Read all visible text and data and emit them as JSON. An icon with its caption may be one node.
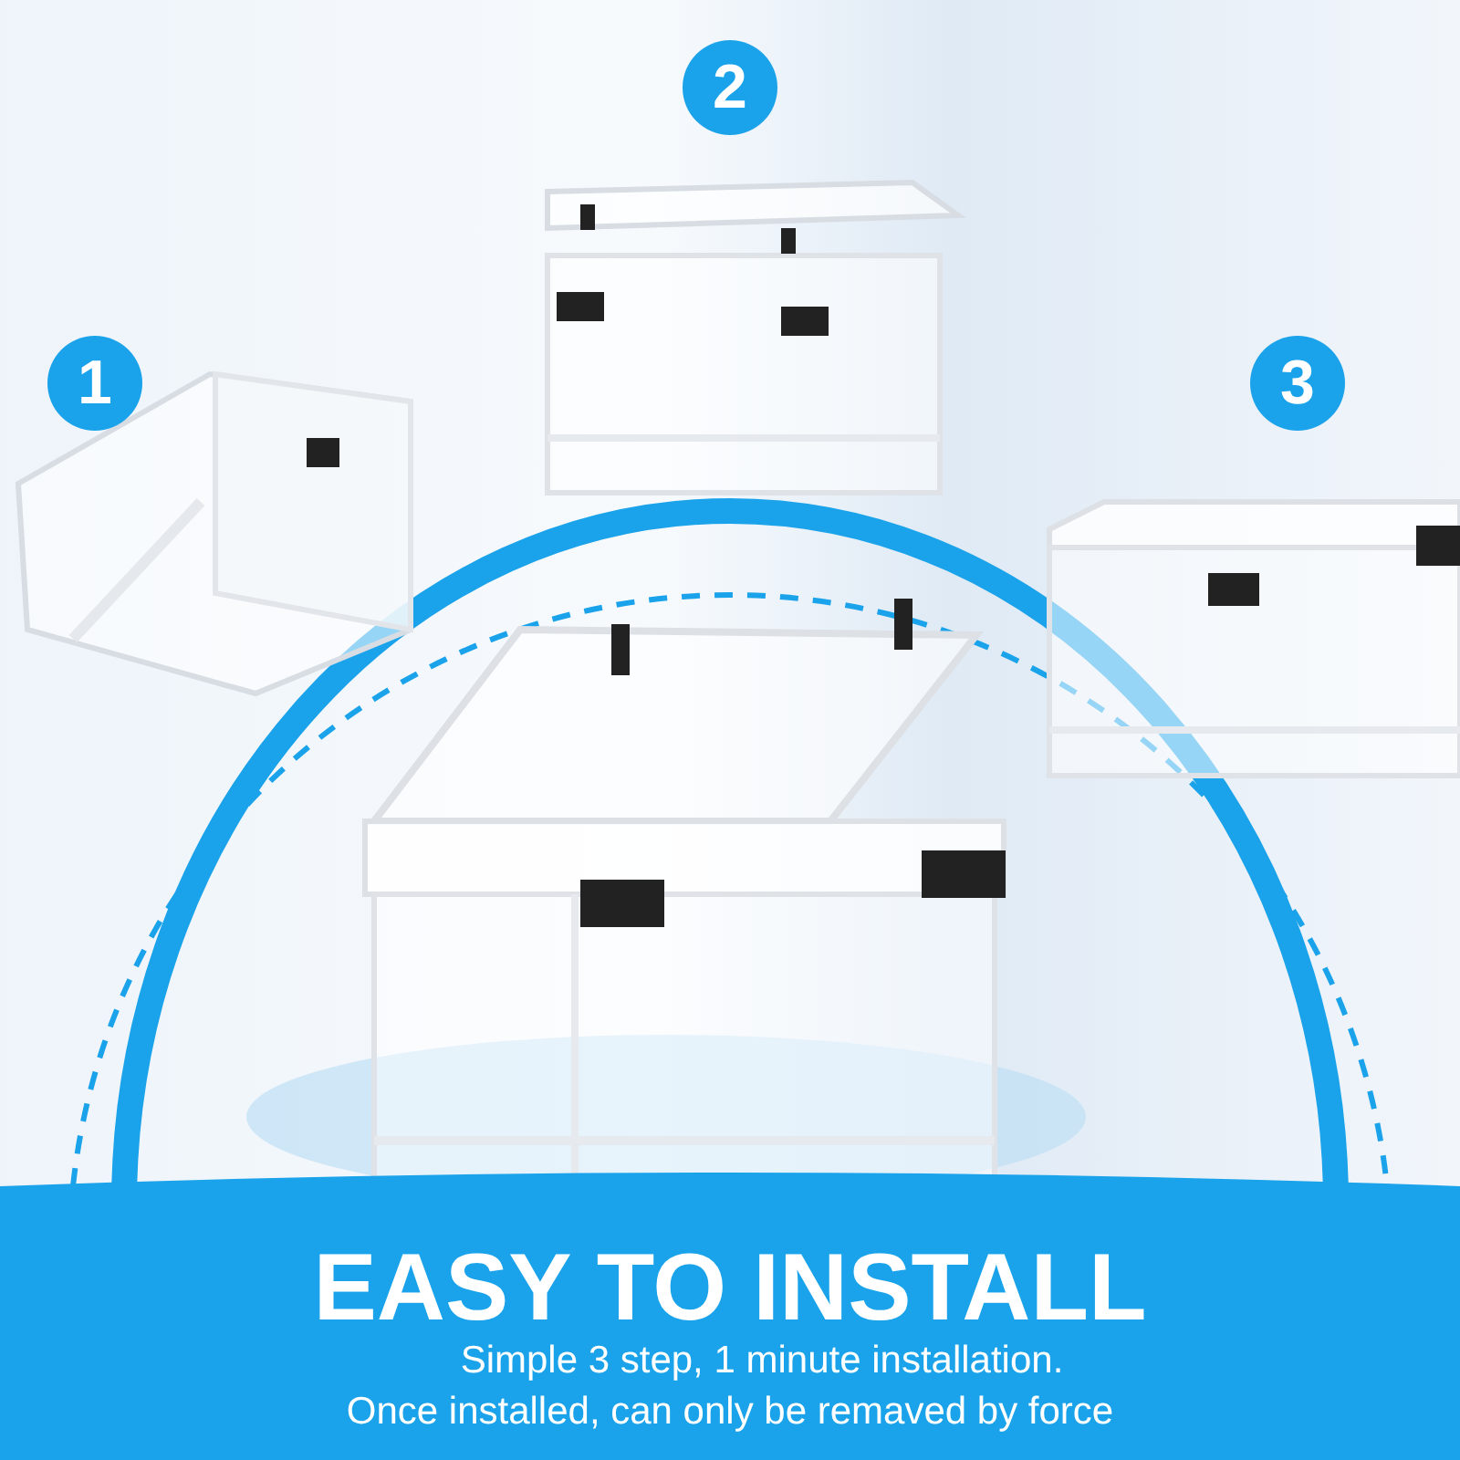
{
  "diagram": {
    "title": "EASY TO INSTALL",
    "nodes": [
      {
        "text": [
          "1"
        ]
      },
      {
        "text": [
          "2"
        ]
      },
      {
        "text": [
          "3"
        ]
      }
    ],
    "labels": [
      "Simple 3 step, 1 minute installation.",
      "Once installed, can only be remaved by force"
    ]
  }
}
